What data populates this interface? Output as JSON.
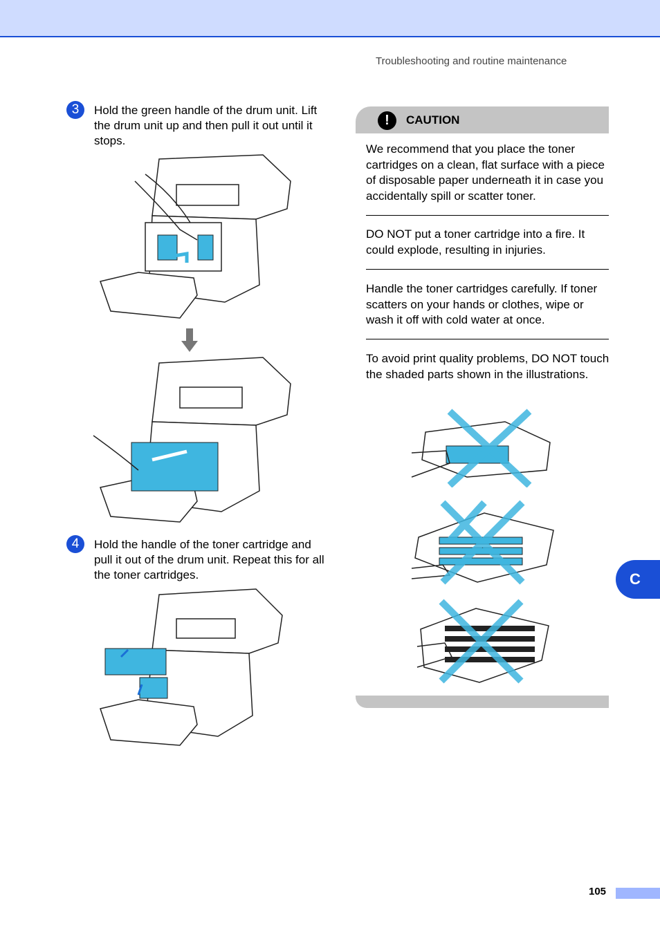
{
  "header": {
    "running_title": "Troubleshooting and routine maintenance"
  },
  "steps": [
    {
      "number": "3",
      "text": "Hold the green handle of the drum unit. Lift the drum unit up and then pull it out until it stops."
    },
    {
      "number": "4",
      "text": "Hold the handle of the toner cartridge and pull it out of the drum unit. Repeat this for all the toner cartridges."
    }
  ],
  "caution": {
    "icon": "!",
    "label": "CAUTION",
    "paragraphs": [
      "We recommend that you place the toner cartridges on a clean, flat surface with a piece of disposable paper underneath it in case you accidentally spill or scatter toner.",
      "DO NOT put a toner cartridge into a fire. It could explode, resulting in injuries.",
      "Handle the toner cartridges carefully. If toner scatters on your hands or clothes, wipe or wash it off with cold water at once.",
      "To avoid print quality problems, DO NOT touch the shaded parts shown in the illustrations."
    ]
  },
  "side_tab": "C",
  "footer": {
    "page_number": "105"
  },
  "colors": {
    "accent": "#1a4fd6",
    "highlight": "#3fb6e0",
    "caution_gray": "#c4c4c4"
  }
}
